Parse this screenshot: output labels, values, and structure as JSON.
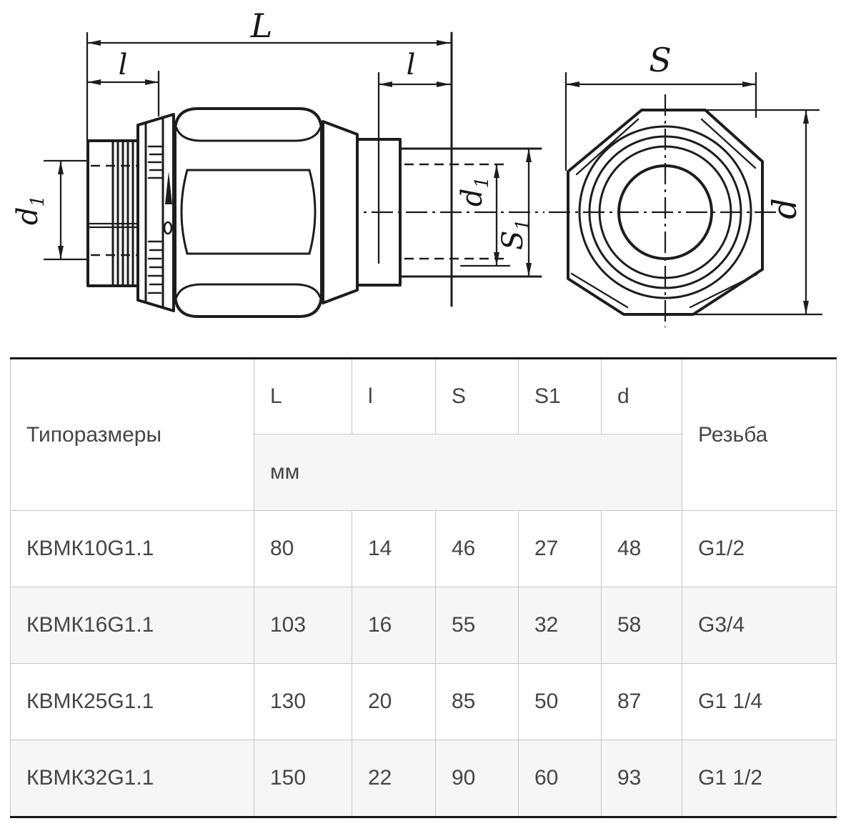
{
  "drawing": {
    "labels": {
      "L": "L",
      "l_left": "l",
      "l_right": "l",
      "S": "S",
      "d": "d",
      "d1_left": {
        "main": "d",
        "sub": "1"
      },
      "d1_mid": {
        "main": "d",
        "sub": "1"
      },
      "S1": {
        "main": "S",
        "sub": "1"
      }
    }
  },
  "table": {
    "headers": {
      "type": "Типоразмеры",
      "L": "L",
      "l": "l",
      "S": "S",
      "S1": "S1",
      "d": "d",
      "thread": "Резьба"
    },
    "unit": "мм",
    "rows": [
      {
        "name": "КВМК10G1.1",
        "L": "80",
        "l": "14",
        "S": "46",
        "S1": "27",
        "d": "48",
        "thread": "G1/2"
      },
      {
        "name": "КВМК16G1.1",
        "L": "103",
        "l": "16",
        "S": "55",
        "S1": "32",
        "d": "58",
        "thread": "G3/4"
      },
      {
        "name": "КВМК25G1.1",
        "L": "130",
        "l": "20",
        "S": "85",
        "S1": "50",
        "d": "87",
        "thread": "G1 1/4"
      },
      {
        "name": "КВМК32G1.1",
        "L": "150",
        "l": "22",
        "S": "90",
        "S1": "60",
        "d": "93",
        "thread": "G1 1/2"
      }
    ]
  },
  "colors": {
    "line": "#1d1d1d",
    "table_border_light": "#c7c7c7",
    "table_border_dark": "#3a3a3a",
    "table_border_heavy": "#161616",
    "row_shade": "#f6f6f6",
    "text": "#454545",
    "background": "#ffffff"
  }
}
